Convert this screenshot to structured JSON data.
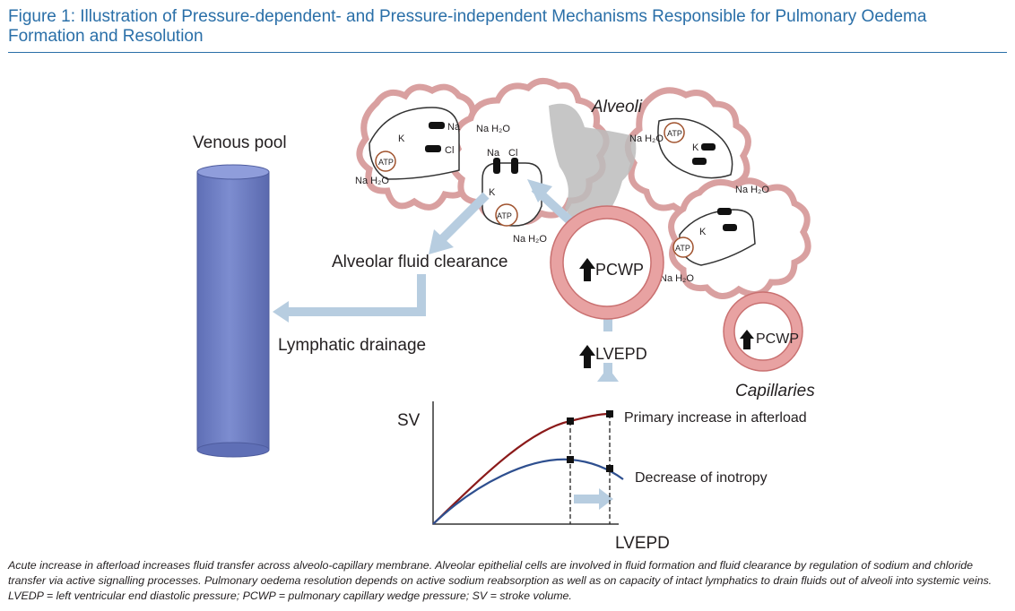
{
  "figure": {
    "title": "Figure 1: Illustration of Pressure-dependent- and Pressure-independent Mechanisms Responsible for Pulmonary Oedema Formation and Resolution",
    "caption": "Acute increase in afterload increases fluid transfer across alveolo-capillary membrane. Alveolar epithelial cells are involved in fluid formation and fluid clearance by regulation of sodium and chloride transfer via active signalling processes. Pulmonary oedema resolution depends on active sodium reabsorption as well as on capacity of intact lymphatics to drain fluids out of alveoli into systemic veins. LVEDP = left ventricular end diastolic pressure; PCWP = pulmonary capillary wedge pressure; SV = stroke volume."
  },
  "labels": {
    "venous_pool": "Venous pool",
    "alveoli": "Alveoli",
    "alveolar_fluid_clearance": "Alveolar fluid clearance",
    "lymphatic_drainage": "Lymphatic drainage",
    "pcwp": "PCWP",
    "lvepd": "LVEPD",
    "capillaries": "Capillaries",
    "na": "Na",
    "cl": "Cl",
    "k": "K",
    "atp": "ATP",
    "na_h2o": "Na  H₂O"
  },
  "chart_data": {
    "type": "line",
    "xlabel": "LVEPD",
    "ylabel": "SV",
    "series": [
      {
        "name": "Primary increase in afterload",
        "color": "#8b1a1a"
      },
      {
        "name": "Decrease of inotropy",
        "color": "#2e4f8f"
      }
    ]
  },
  "colors": {
    "title": "#2a6fa8",
    "alveolus": "#d9a0a0",
    "capillary_fill": "#e8a2a2",
    "capillary_stroke": "#c97070",
    "venous_pool": "#6f7fc4",
    "arrow": "#b7cde0"
  }
}
